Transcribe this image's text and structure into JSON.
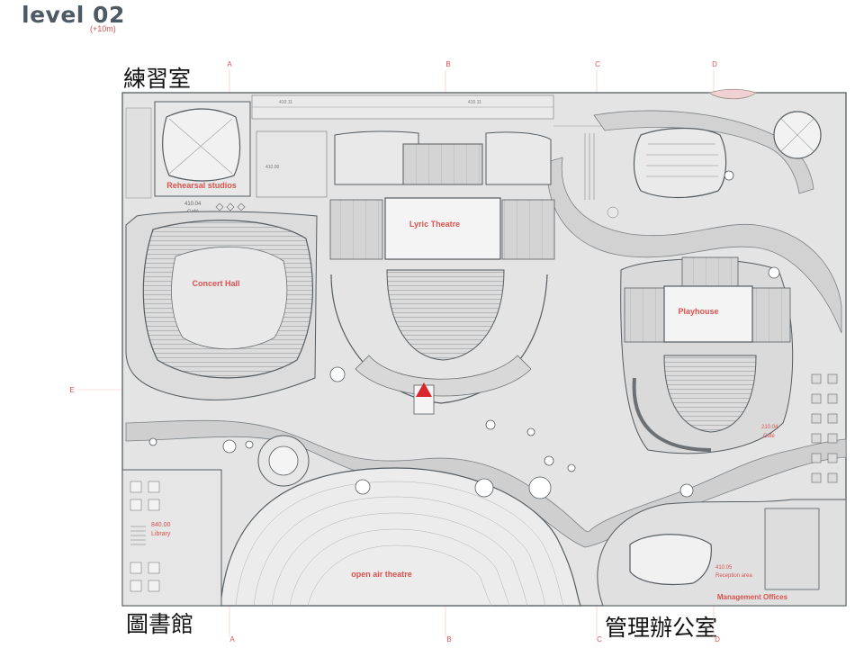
{
  "header": {
    "level_title": "level 02",
    "level_subtitle": "(+10m)"
  },
  "labels": {
    "top_left": "練習室",
    "bottom_left": "圖書館",
    "bottom_right": "管理辦公室"
  },
  "grid": {
    "columns": [
      "A",
      "B",
      "C",
      "D"
    ],
    "row": "E"
  },
  "rooms": {
    "rehearsal": "Rehearsal studios",
    "concert_hall": "Concert Hall",
    "lyric_theatre": "Lyric Theatre",
    "playhouse": "Playhouse",
    "open_air": "open air theatre",
    "management": "Management Offices",
    "library": "Library",
    "library_code": "840.00",
    "cafe_a": "Café",
    "cafe_a_code": "410.04",
    "cafe_b": "Café",
    "cafe_b_code": "210.04",
    "reception": "Reception area",
    "reception_code": "410.05"
  },
  "colors": {
    "ink": "#555c61",
    "fill": "#e2e2e2",
    "path": "#cfcfcf",
    "label_red": "#d9534f",
    "marker": "#d9262b"
  }
}
